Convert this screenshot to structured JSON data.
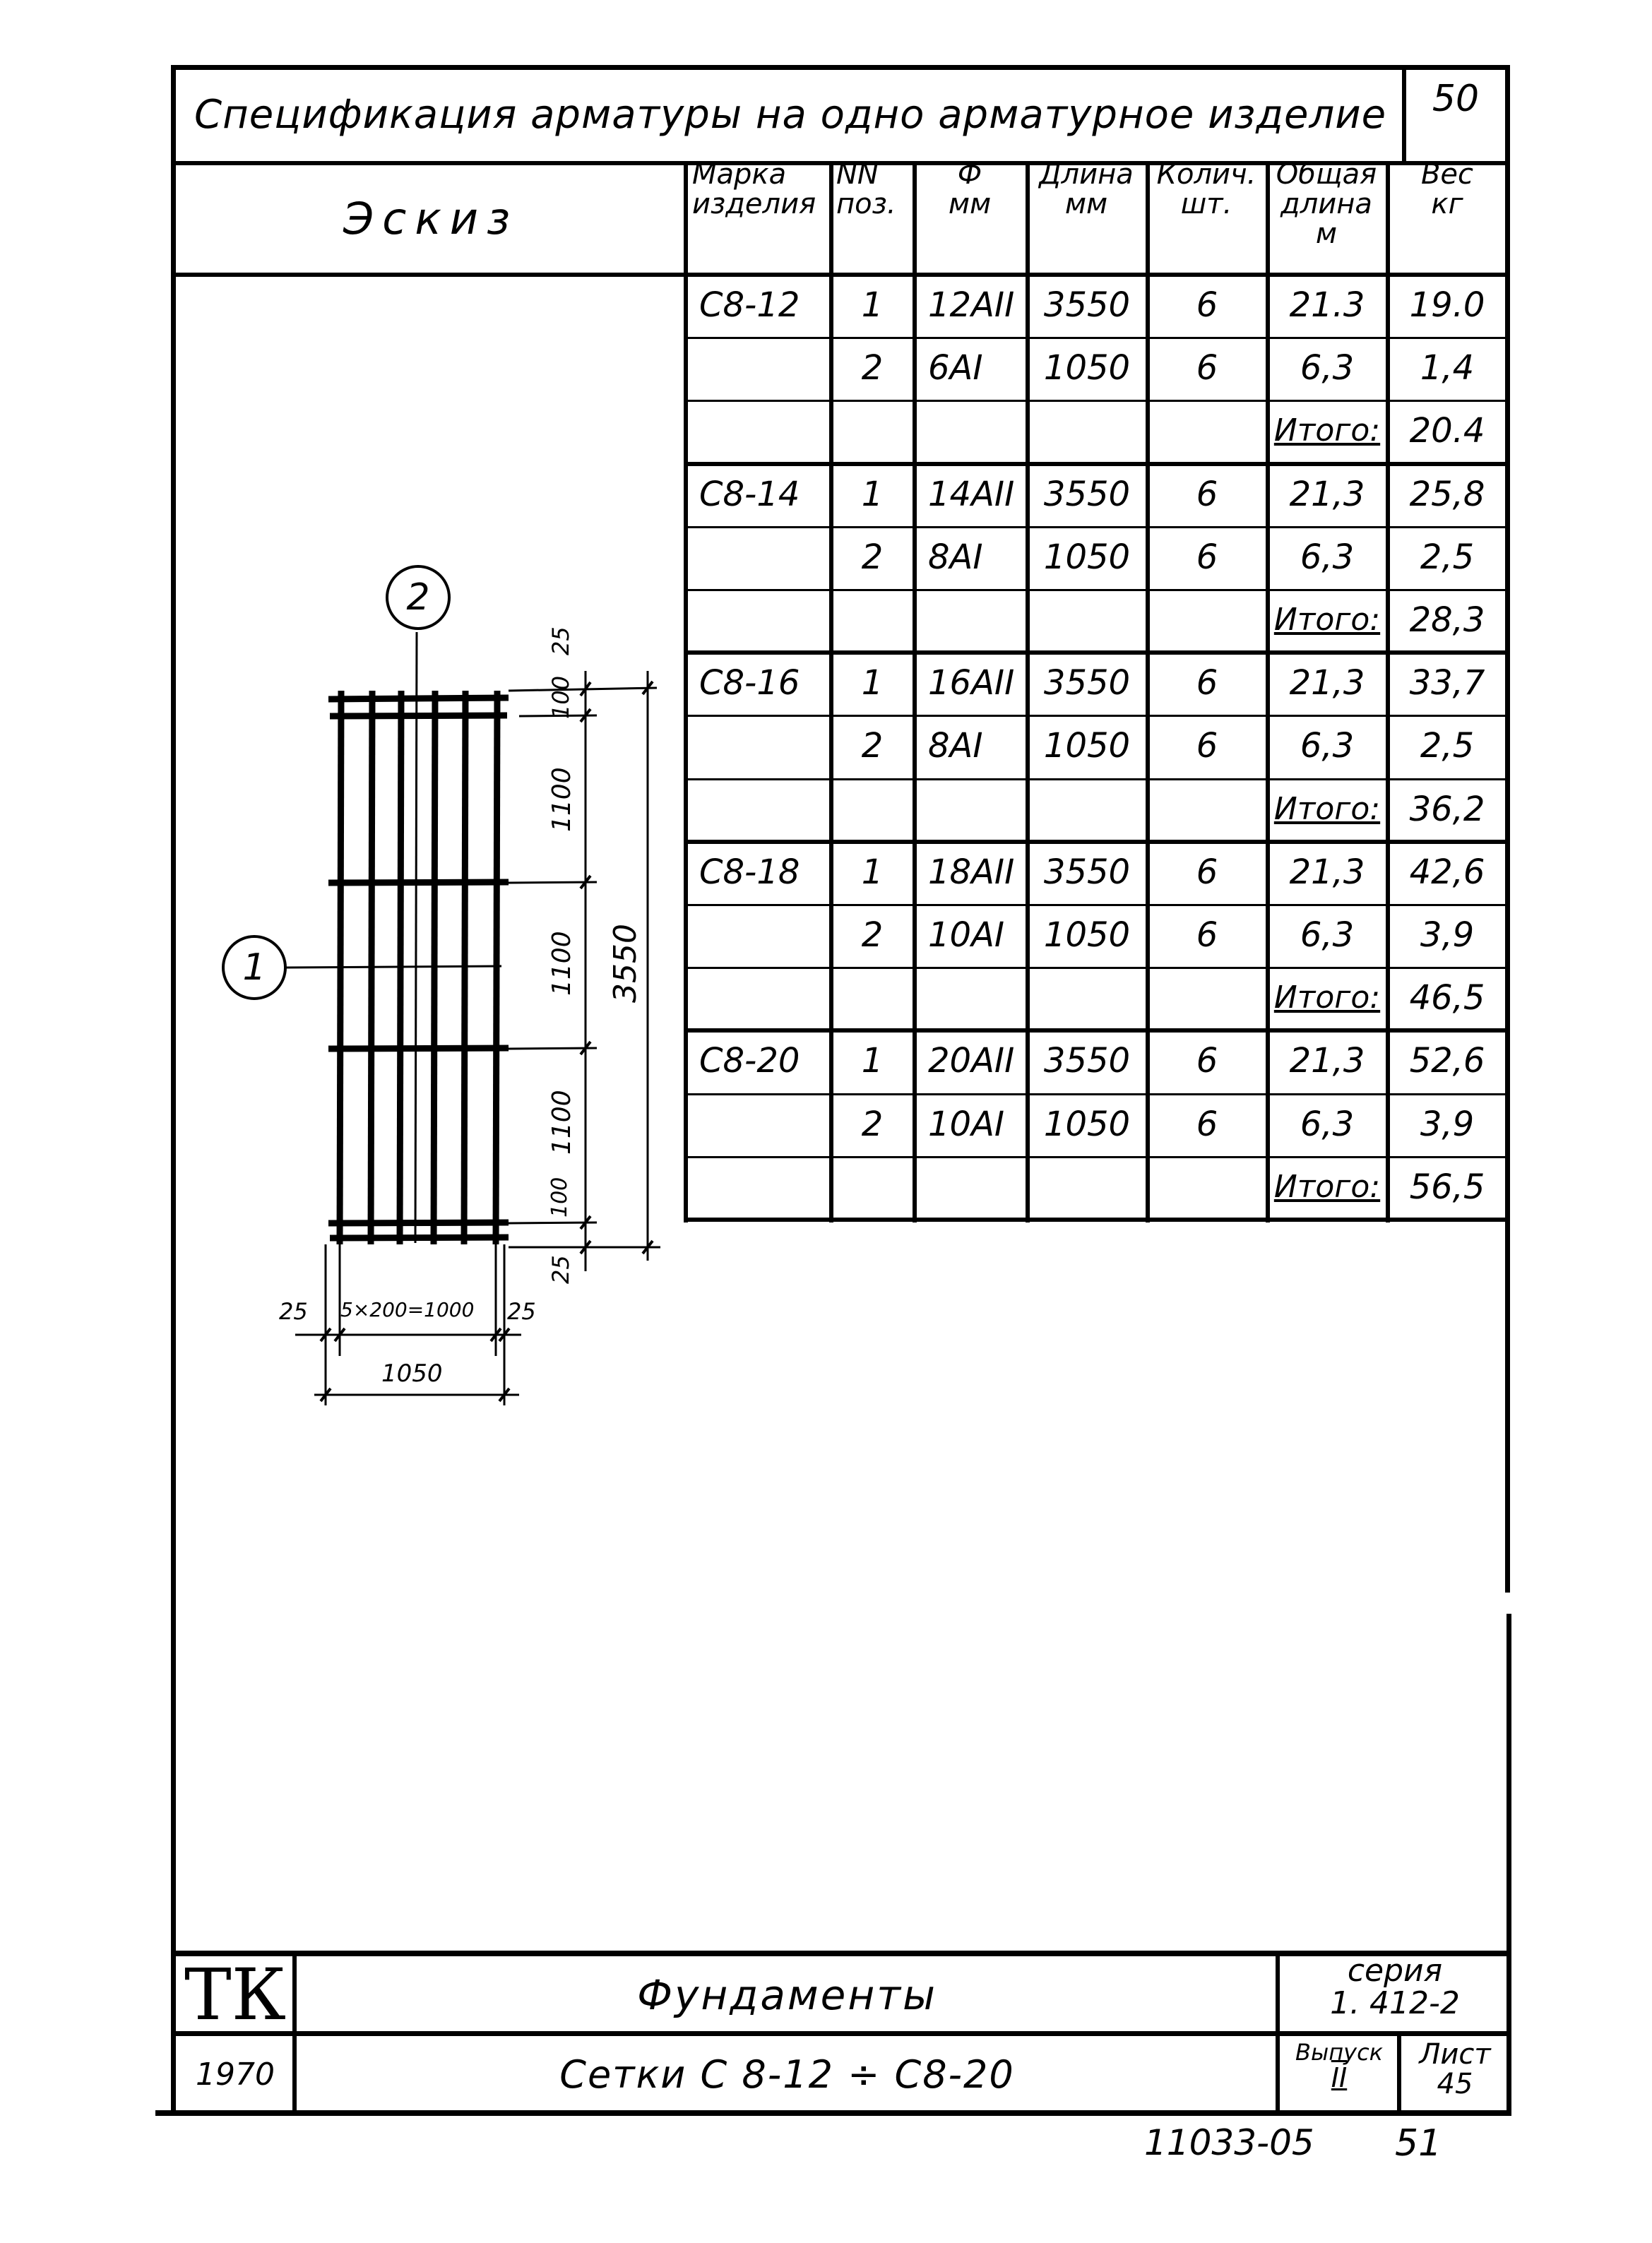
{
  "header": {
    "title": "Спецификация арматуры на одно арматурное изделие",
    "page_number": "50",
    "sketch_label": "Эскиз"
  },
  "table": {
    "columns": [
      {
        "line1": "Марка",
        "line2": "изделия",
        "line3": ""
      },
      {
        "line1": "NN",
        "line2": "поз.",
        "line3": ""
      },
      {
        "line1": "Ф",
        "line2": "мм",
        "line3": ""
      },
      {
        "line1": "Длина",
        "line2": "мм",
        "line3": ""
      },
      {
        "line1": "Колич.",
        "line2": "шт.",
        "line3": ""
      },
      {
        "line1": "Общая",
        "line2": "длина",
        "line3": "м"
      },
      {
        "line1": "Вес",
        "line2": "кг",
        "line3": ""
      }
    ],
    "rows": [
      {
        "mark": "С8-12",
        "pos": "1",
        "dia": "12АII",
        "length": "3550",
        "qty": "6",
        "total_length": "21.3",
        "weight": "19.0"
      },
      {
        "mark": "",
        "pos": "2",
        "dia": "6АI",
        "length": "1050",
        "qty": "6",
        "total_length": "6,3",
        "weight": "1,4"
      },
      {
        "mark": "",
        "pos": "",
        "dia": "",
        "length": "",
        "qty": "",
        "total_length": "Итого:",
        "weight": "20.4"
      },
      {
        "mark": "С8-14",
        "pos": "1",
        "dia": "14АII",
        "length": "3550",
        "qty": "6",
        "total_length": "21,3",
        "weight": "25,8"
      },
      {
        "mark": "",
        "pos": "2",
        "dia": "8АI",
        "length": "1050",
        "qty": "6",
        "total_length": "6,3",
        "weight": "2,5"
      },
      {
        "mark": "",
        "pos": "",
        "dia": "",
        "length": "",
        "qty": "",
        "total_length": "Итого:",
        "weight": "28,3"
      },
      {
        "mark": "С8-16",
        "pos": "1",
        "dia": "16АII",
        "length": "3550",
        "qty": "6",
        "total_length": "21,3",
        "weight": "33,7"
      },
      {
        "mark": "",
        "pos": "2",
        "dia": "8АI",
        "length": "1050",
        "qty": "6",
        "total_length": "6,3",
        "weight": "2,5"
      },
      {
        "mark": "",
        "pos": "",
        "dia": "",
        "length": "",
        "qty": "",
        "total_length": "Итого:",
        "weight": "36,2"
      },
      {
        "mark": "С8-18",
        "pos": "1",
        "dia": "18АII",
        "length": "3550",
        "qty": "6",
        "total_length": "21,3",
        "weight": "42,6"
      },
      {
        "mark": "",
        "pos": "2",
        "dia": "10АI",
        "length": "1050",
        "qty": "6",
        "total_length": "6,3",
        "weight": "3,9"
      },
      {
        "mark": "",
        "pos": "",
        "dia": "",
        "length": "",
        "qty": "",
        "total_length": "Итого:",
        "weight": "46,5"
      },
      {
        "mark": "С8-20",
        "pos": "1",
        "dia": "20АII",
        "length": "3550",
        "qty": "6",
        "total_length": "21,3",
        "weight": "52,6"
      },
      {
        "mark": "",
        "pos": "2",
        "dia": "10АI",
        "length": "1050",
        "qty": "6",
        "total_length": "6,3",
        "weight": "3,9"
      },
      {
        "mark": "",
        "pos": "",
        "dia": "",
        "length": "",
        "qty": "",
        "total_length": "Итого:",
        "weight": "56,5"
      }
    ]
  },
  "sketch": {
    "callout_1": "1",
    "callout_2": "2",
    "dims_right": [
      "25",
      "100",
      "1100",
      "1100",
      "1100",
      "100",
      "25"
    ],
    "dim_total_height": "3550",
    "dim_bottom_left": "25",
    "dim_bottom_mid": "5×200=1000",
    "dim_bottom_right": "25",
    "dim_total_width": "1050"
  },
  "title_block": {
    "logo": "ТК",
    "year": "1970",
    "project": "Фундаменты",
    "sheet_title": "Сетки С 8-12 ÷ С8-20",
    "series_label": "серия",
    "series_value": "1. 412-2",
    "issue_label": "Выпуск",
    "issue_value": "II",
    "sheet_label": "Лист",
    "sheet_value": "45"
  },
  "footer": {
    "code": "11033-05",
    "page": "51"
  }
}
